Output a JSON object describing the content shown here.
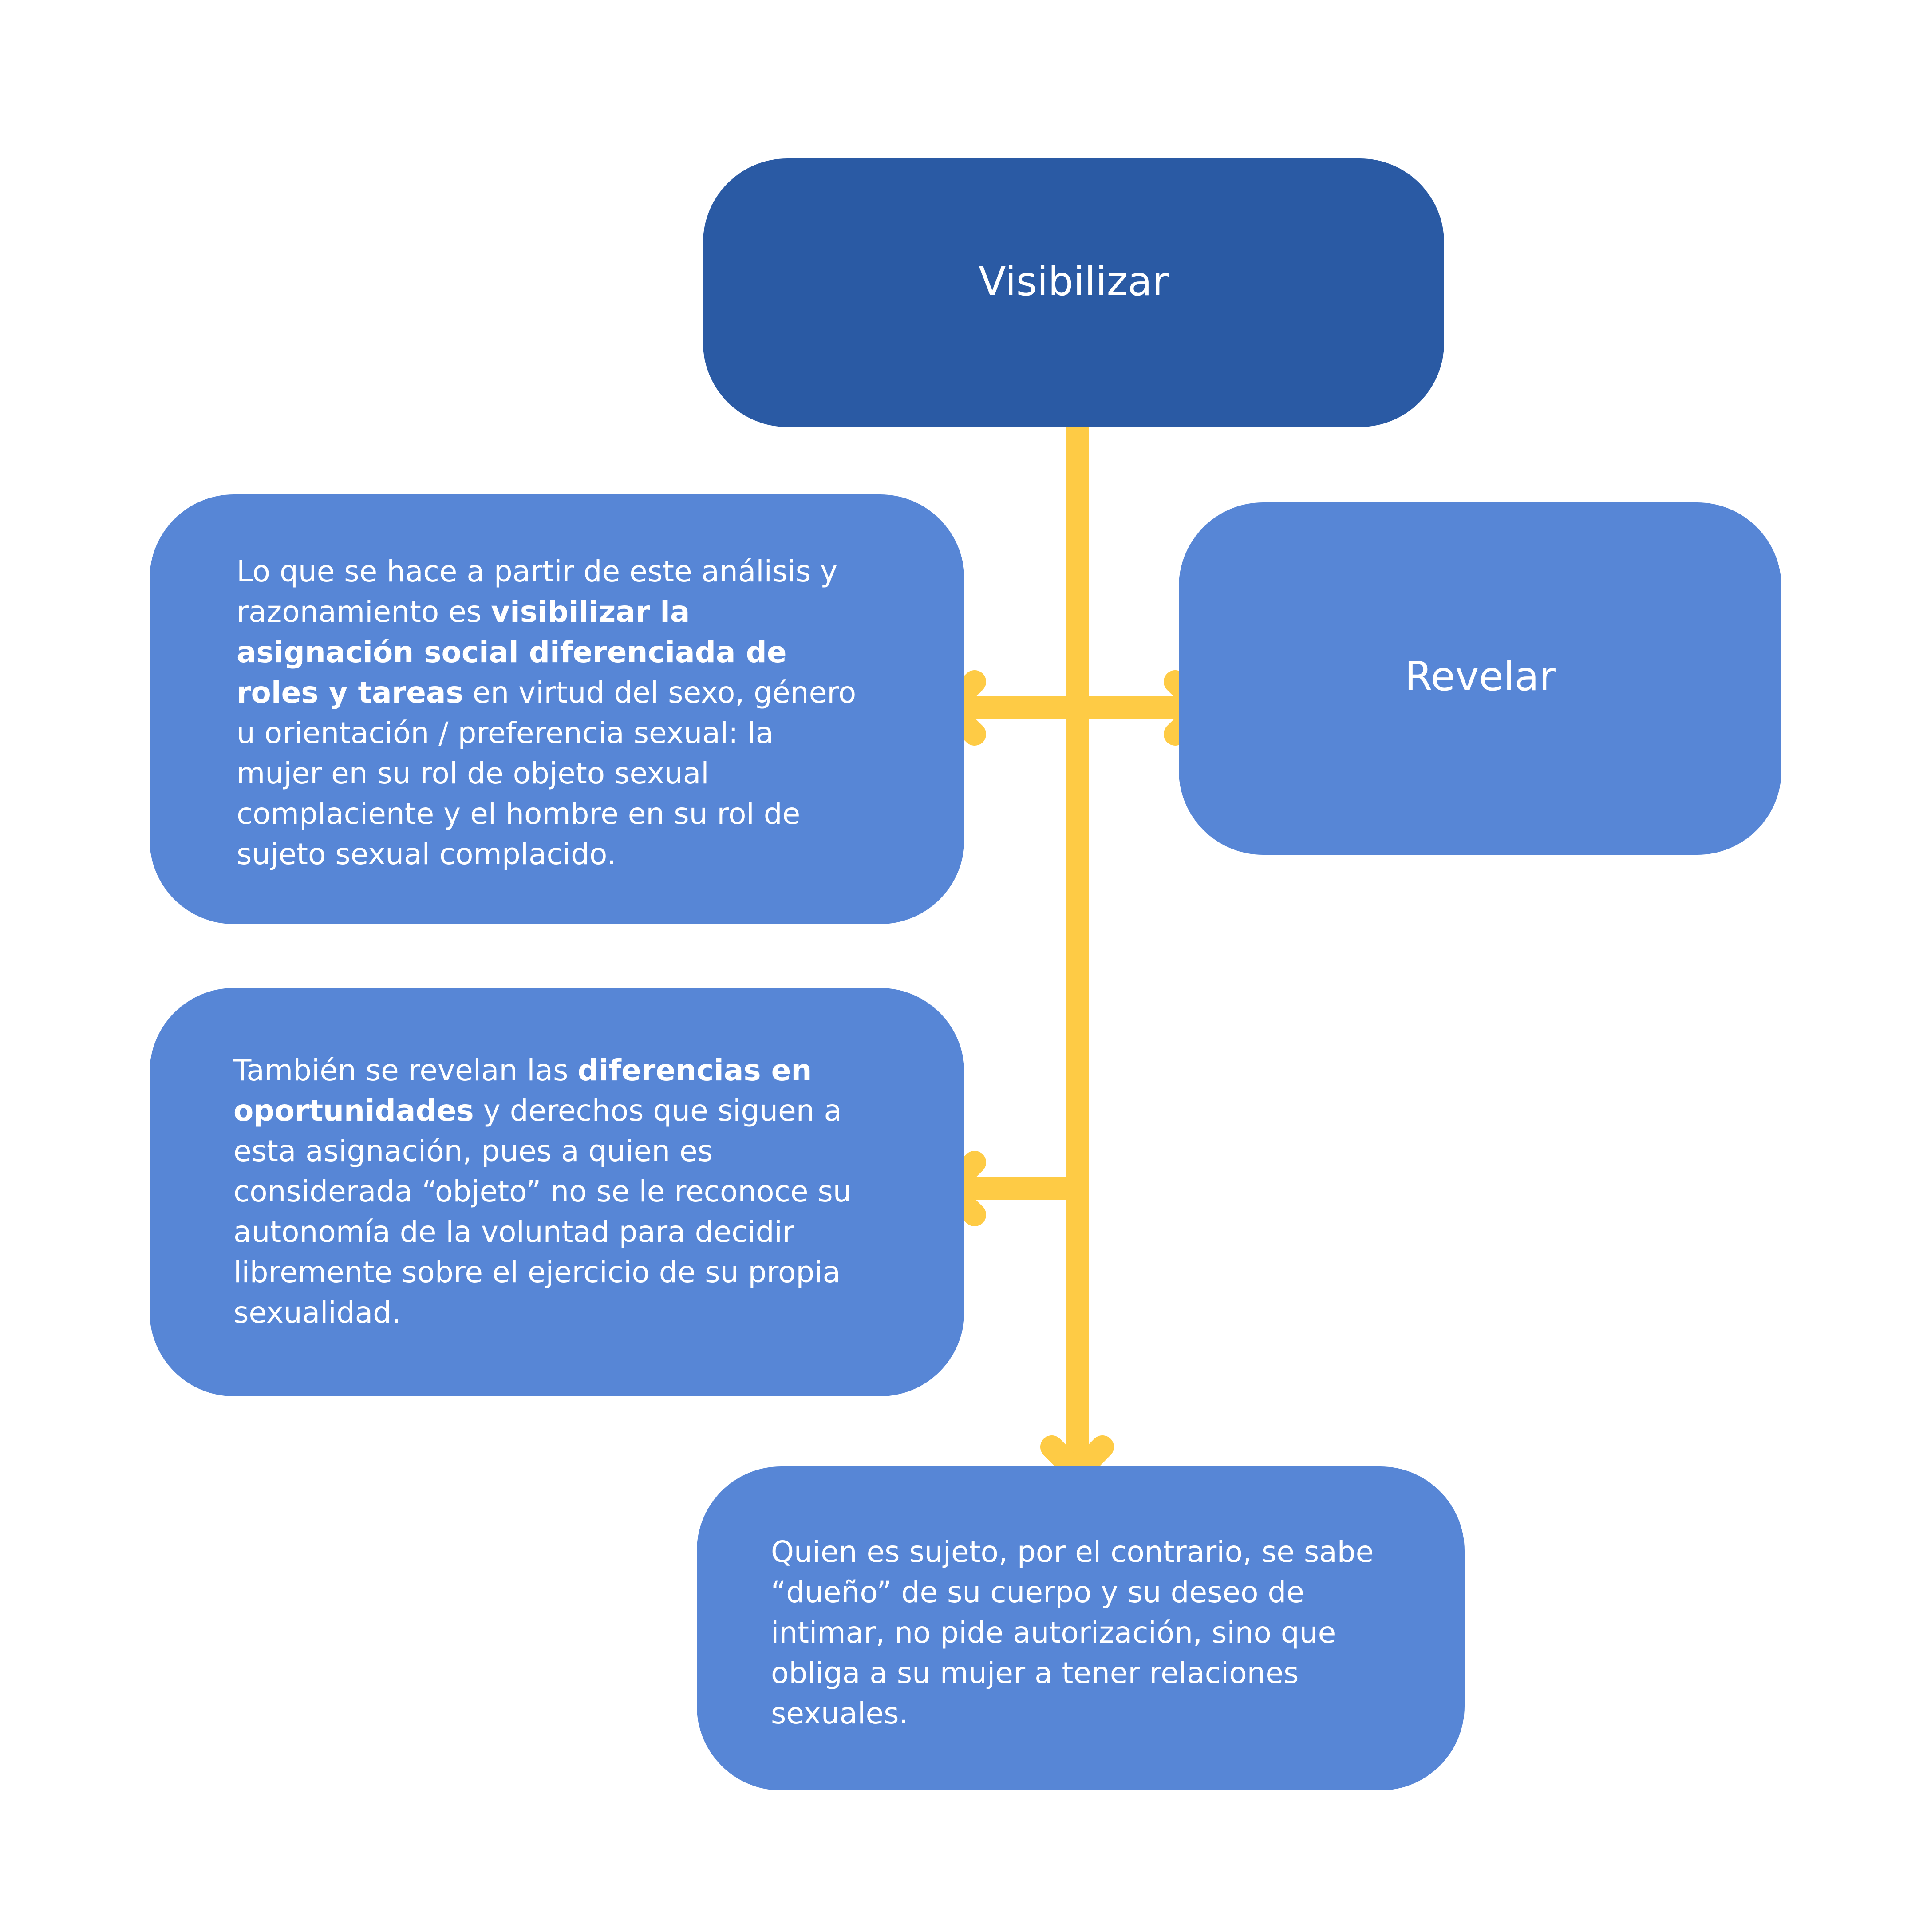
{
  "colors": {
    "background": "#FFFFFF",
    "top_box": "#2A5AA4",
    "child_box": "#5786D6",
    "connector": "#FECB45",
    "text": "#FFFFFF"
  },
  "nodes": {
    "visibilizar": {
      "label": "Visibilizar"
    },
    "revelar": {
      "label": "Revelar"
    },
    "analysis": {
      "text_1": "Lo que se hace a partir de este análisis y razonamiento es ",
      "bold_1": "visibilizar la asignación social diferenciada de roles y tareas",
      "text_2": " en virtud del sexo, género u orientación / preferencia sexual: la mujer en su rol de objeto sexual complaciente y el hombre en su rol de sujeto sexual complacido."
    },
    "opportunities": {
      "text_1": "También se revelan las ",
      "bold_1": "diferencias en oportunidades",
      "text_2": " y derechos que siguen a esta asignación, pues a quien es considerada “objeto” no se le reconoce su autonomía de la voluntad para decidir libremente sobre el ejercicio de su propia sexualidad."
    },
    "subject": {
      "text_1": "Quien es sujeto, por el contrario, se sabe “dueño” de su cuerpo y su deseo de intimar, no pide autorización, sino que obliga a su mujer a tener relaciones sexuales."
    }
  },
  "edges": [
    {
      "from": "visibilizar",
      "to": "analysis",
      "arrow": true
    },
    {
      "from": "visibilizar",
      "to": "revelar",
      "arrow": true
    },
    {
      "from": "visibilizar",
      "to": "opportunities",
      "arrow": true
    },
    {
      "from": "visibilizar",
      "to": "subject",
      "arrow": true
    }
  ]
}
